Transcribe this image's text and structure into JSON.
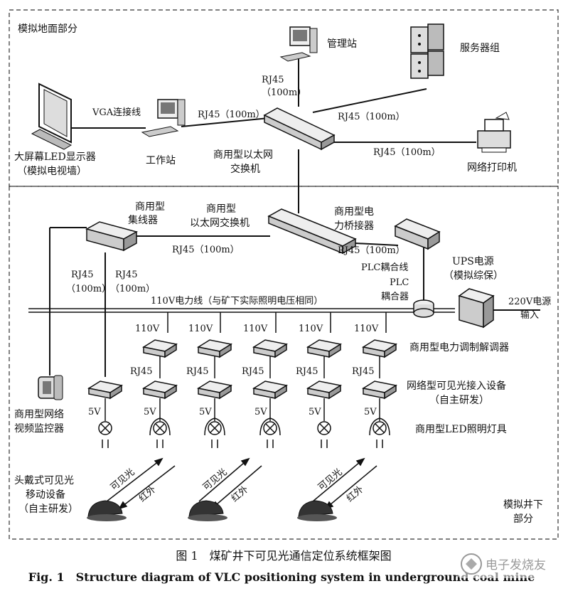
{
  "zones": {
    "ground": "模拟地面部分",
    "underground_line1": "模拟井下",
    "underground_line2": "部分"
  },
  "devices": {
    "mgmt_station": "管理站",
    "server_group": "服务器组",
    "led_display_line1": "大屏幕LED显示器",
    "led_display_line2": "（模拟电视墙）",
    "workstation": "工作站",
    "switch_top_line1": "商用型以太网",
    "switch_top_line2": "交换机",
    "network_printer": "网络打印机",
    "hub_line1": "商用型",
    "hub_line2": "集线器",
    "switch_mid_line1": "商用型",
    "switch_mid_line2": "以太网交换机",
    "bridge_line1": "商用型电",
    "bridge_line2": "力桥接器",
    "ups_line1": "UPS电源",
    "ups_line2": "（模拟综保）",
    "plc_coupler_line1": "PLC",
    "plc_coupler_line2": "耦合器",
    "video_monitor_line1": "商用型网络",
    "video_monitor_line2": "视频监控器",
    "modem": "商用型电力调制解调器",
    "vlc_access_line1": "网络型可见光接入设备",
    "vlc_access_line2": "（自主研发）",
    "led_lamp": "商用型LED照明灯具",
    "headset_line1": "头戴式可见光",
    "headset_line2": "移动设备",
    "headset_line3": "（自主研发）"
  },
  "links": {
    "vga": "VGA连接线",
    "rj45_100m": "RJ45（100m）",
    "rj45": "RJ45",
    "paren_100m": "（100m）",
    "plc_coupling_line": "PLC耦合线",
    "power_line_110v": "110V电力线（与矿下实际照明电压相同）",
    "v110": "110V",
    "v5": "5V",
    "power_in_line1": "220V电源",
    "power_in_line2": "输入",
    "visible_light": "可见光",
    "infrared": "红外"
  },
  "caption": {
    "cn": "图 1　煤矿井下可见光通信定位系统框架图",
    "en": "Fig. 1　Structure diagram of VLC positioning system in underground coal mine"
  },
  "watermark": "电子发烧友"
}
